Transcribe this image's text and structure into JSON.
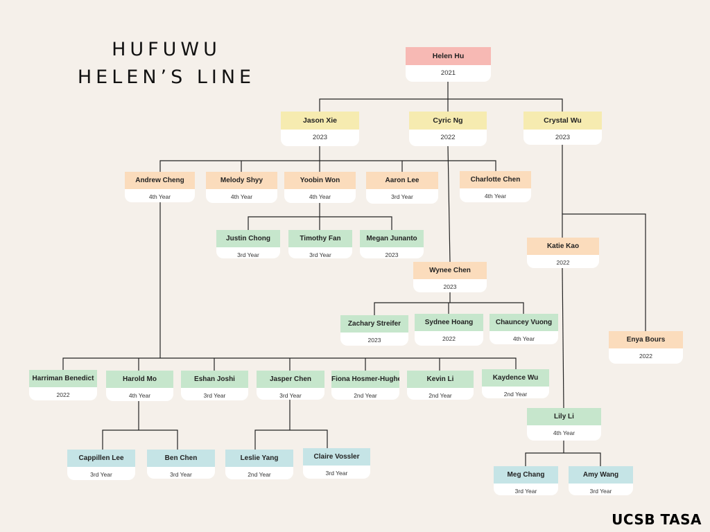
{
  "title": {
    "line1": "HUFUWU",
    "line2": "HELEN’S LINE"
  },
  "brand": "UCSB TASA",
  "colors": {
    "pink": "#f7b9b4",
    "yellow": "#f6ebb0",
    "orange": "#fbdcbc",
    "green": "#c6e6cc",
    "blue": "#c5e4e6",
    "line": "#222222",
    "background": "#f5f0ea"
  },
  "people": [
    {
      "id": "helen",
      "name": "Helen Hu",
      "year": "2021",
      "color": "pink",
      "parent": null
    },
    {
      "id": "jason",
      "name": "Jason Xie",
      "year": "2023",
      "color": "yellow",
      "parent": "helen"
    },
    {
      "id": "cyric",
      "name": "Cyric Ng",
      "year": "2022",
      "color": "yellow",
      "parent": "helen"
    },
    {
      "id": "crystal",
      "name": "Crystal Wu",
      "year": "2023",
      "color": "yellow",
      "parent": "helen"
    },
    {
      "id": "andrew",
      "name": "Andrew Cheng",
      "year": "4th Year",
      "color": "orange",
      "parent": "jason"
    },
    {
      "id": "melody",
      "name": "Melody Shyy",
      "year": "4th Year",
      "color": "orange",
      "parent": "jason"
    },
    {
      "id": "yoobin",
      "name": "Yoobin Won",
      "year": "4th Year",
      "color": "orange",
      "parent": "jason"
    },
    {
      "id": "aaron",
      "name": "Aaron Lee",
      "year": "3rd Year",
      "color": "orange",
      "parent": "jason"
    },
    {
      "id": "charlotte",
      "name": "Charlotte Chen",
      "year": "4th Year",
      "color": "orange",
      "parent": "jason"
    },
    {
      "id": "justin",
      "name": "Justin Chong",
      "year": "3rd Year",
      "color": "green",
      "parent": "yoobin"
    },
    {
      "id": "timothy",
      "name": "Timothy Fan",
      "year": "3rd Year",
      "color": "green",
      "parent": "yoobin"
    },
    {
      "id": "megan",
      "name": "Megan Junanto",
      "year": "2023",
      "color": "green",
      "parent": "yoobin"
    },
    {
      "id": "wynee",
      "name": "Wynee Chen",
      "year": "2023",
      "color": "orange",
      "parent": "cyric"
    },
    {
      "id": "zachary",
      "name": "Zachary Streifer",
      "year": "2023",
      "color": "green",
      "parent": "wynee"
    },
    {
      "id": "sydnee",
      "name": "Sydnee Hoang",
      "year": "2022",
      "color": "green",
      "parent": "wynee"
    },
    {
      "id": "chauncey",
      "name": "Chauncey Vuong",
      "year": "4th Year",
      "color": "green",
      "parent": "wynee"
    },
    {
      "id": "katie",
      "name": "Katie Kao",
      "year": "2022",
      "color": "orange",
      "parent": "crystal"
    },
    {
      "id": "enya",
      "name": "Enya Bours",
      "year": "2022",
      "color": "orange",
      "parent": "crystal"
    },
    {
      "id": "lily",
      "name": "Lily Li",
      "year": "4th Year",
      "color": "green",
      "parent": "katie"
    },
    {
      "id": "megchang",
      "name": "Meg Chang",
      "year": "3rd Year",
      "color": "blue",
      "parent": "lily"
    },
    {
      "id": "amy",
      "name": "Amy Wang",
      "year": "3rd Year",
      "color": "blue",
      "parent": "lily"
    },
    {
      "id": "harriman",
      "name": "Harriman Benedict",
      "year": "2022",
      "color": "green",
      "parent": "andrew"
    },
    {
      "id": "harold",
      "name": "Harold Mo",
      "year": "4th Year",
      "color": "green",
      "parent": "andrew"
    },
    {
      "id": "eshan",
      "name": "Eshan Joshi",
      "year": "3rd Year",
      "color": "green",
      "parent": "andrew"
    },
    {
      "id": "jasper",
      "name": "Jasper Chen",
      "year": "3rd Year",
      "color": "green",
      "parent": "andrew"
    },
    {
      "id": "fiona",
      "name": "Fiona Hosmer-Hughes",
      "year": "2nd Year",
      "color": "green",
      "parent": "andrew"
    },
    {
      "id": "kevin",
      "name": "Kevin Li",
      "year": "2nd Year",
      "color": "green",
      "parent": "andrew"
    },
    {
      "id": "kaydence",
      "name": "Kaydence Wu",
      "year": "2nd Year",
      "color": "green",
      "parent": "andrew"
    },
    {
      "id": "cappillen",
      "name": "Cappillen Lee",
      "year": "3rd Year",
      "color": "blue",
      "parent": "harold"
    },
    {
      "id": "ben",
      "name": "Ben Chen",
      "year": "3rd Year",
      "color": "blue",
      "parent": "harold"
    },
    {
      "id": "leslie",
      "name": "Leslie Yang",
      "year": "2nd Year",
      "color": "blue",
      "parent": "jasper"
    },
    {
      "id": "claire",
      "name": "Claire Vossler",
      "year": "3rd Year",
      "color": "blue",
      "parent": "jasper"
    }
  ]
}
